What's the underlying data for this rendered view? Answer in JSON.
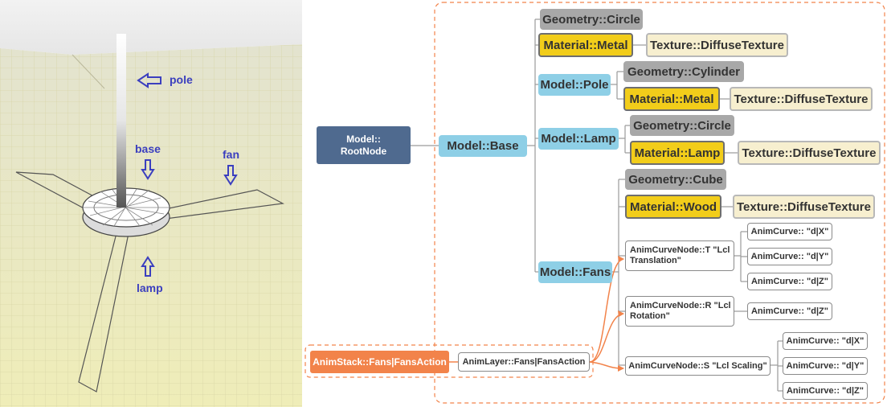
{
  "scene": {
    "labels": {
      "pole": "pole",
      "base": "base",
      "fan": "fan",
      "lamp": "lamp"
    }
  },
  "diagram": {
    "root": {
      "line1": "Model::",
      "line2": "RootNode"
    },
    "base": "Model::Base",
    "base_geometry": "Geometry::Circle",
    "base_material": "Material::Metal",
    "base_texture": "Texture::DiffuseTexture",
    "pole": "Model::Pole",
    "pole_geometry": "Geometry::Cylinder",
    "pole_material": "Material::Metal",
    "pole_texture": "Texture::DiffuseTexture",
    "lamp": "Model::Lamp",
    "lamp_geometry": "Geometry::Circle",
    "lamp_material": "Material::Lamp",
    "lamp_texture": "Texture::DiffuseTexture",
    "fans": "Model::Fans",
    "fans_geometry": "Geometry::Cube",
    "fans_material": "Material::Wood",
    "fans_texture": "Texture::DiffuseTexture",
    "curve_node_t": {
      "line1": "AnimCurveNode::T \"Lcl",
      "line2": "Translation\""
    },
    "curve_node_r": {
      "line1": "AnimCurveNode::R \"Lcl",
      "line2": "Rotation\""
    },
    "curve_node_s": "AnimCurveNode::S \"Lcl Scaling\"",
    "curves_t": [
      "AnimCurve:: \"d|X\"",
      "AnimCurve:: \"d|Y\"",
      "AnimCurve:: \"d|Z\""
    ],
    "curves_r": [
      "AnimCurve:: \"d|Z\""
    ],
    "curves_s": [
      "AnimCurve:: \"d|X\"",
      "AnimCurve:: \"d|Y\"",
      "AnimCurve:: \"d|Z\""
    ],
    "anim_stack": "AnimStack::Fans|FansAction",
    "anim_layer": "AnimLayer::Fans|FansAction"
  },
  "colors": {
    "root": "#4f6a8f",
    "model": "#8ecfe6",
    "geometry": "#a8a8a8",
    "material": "#f2cd1a",
    "texture": "#f7efcf",
    "anim": "#f2834a",
    "label": "#3b3fbf"
  }
}
